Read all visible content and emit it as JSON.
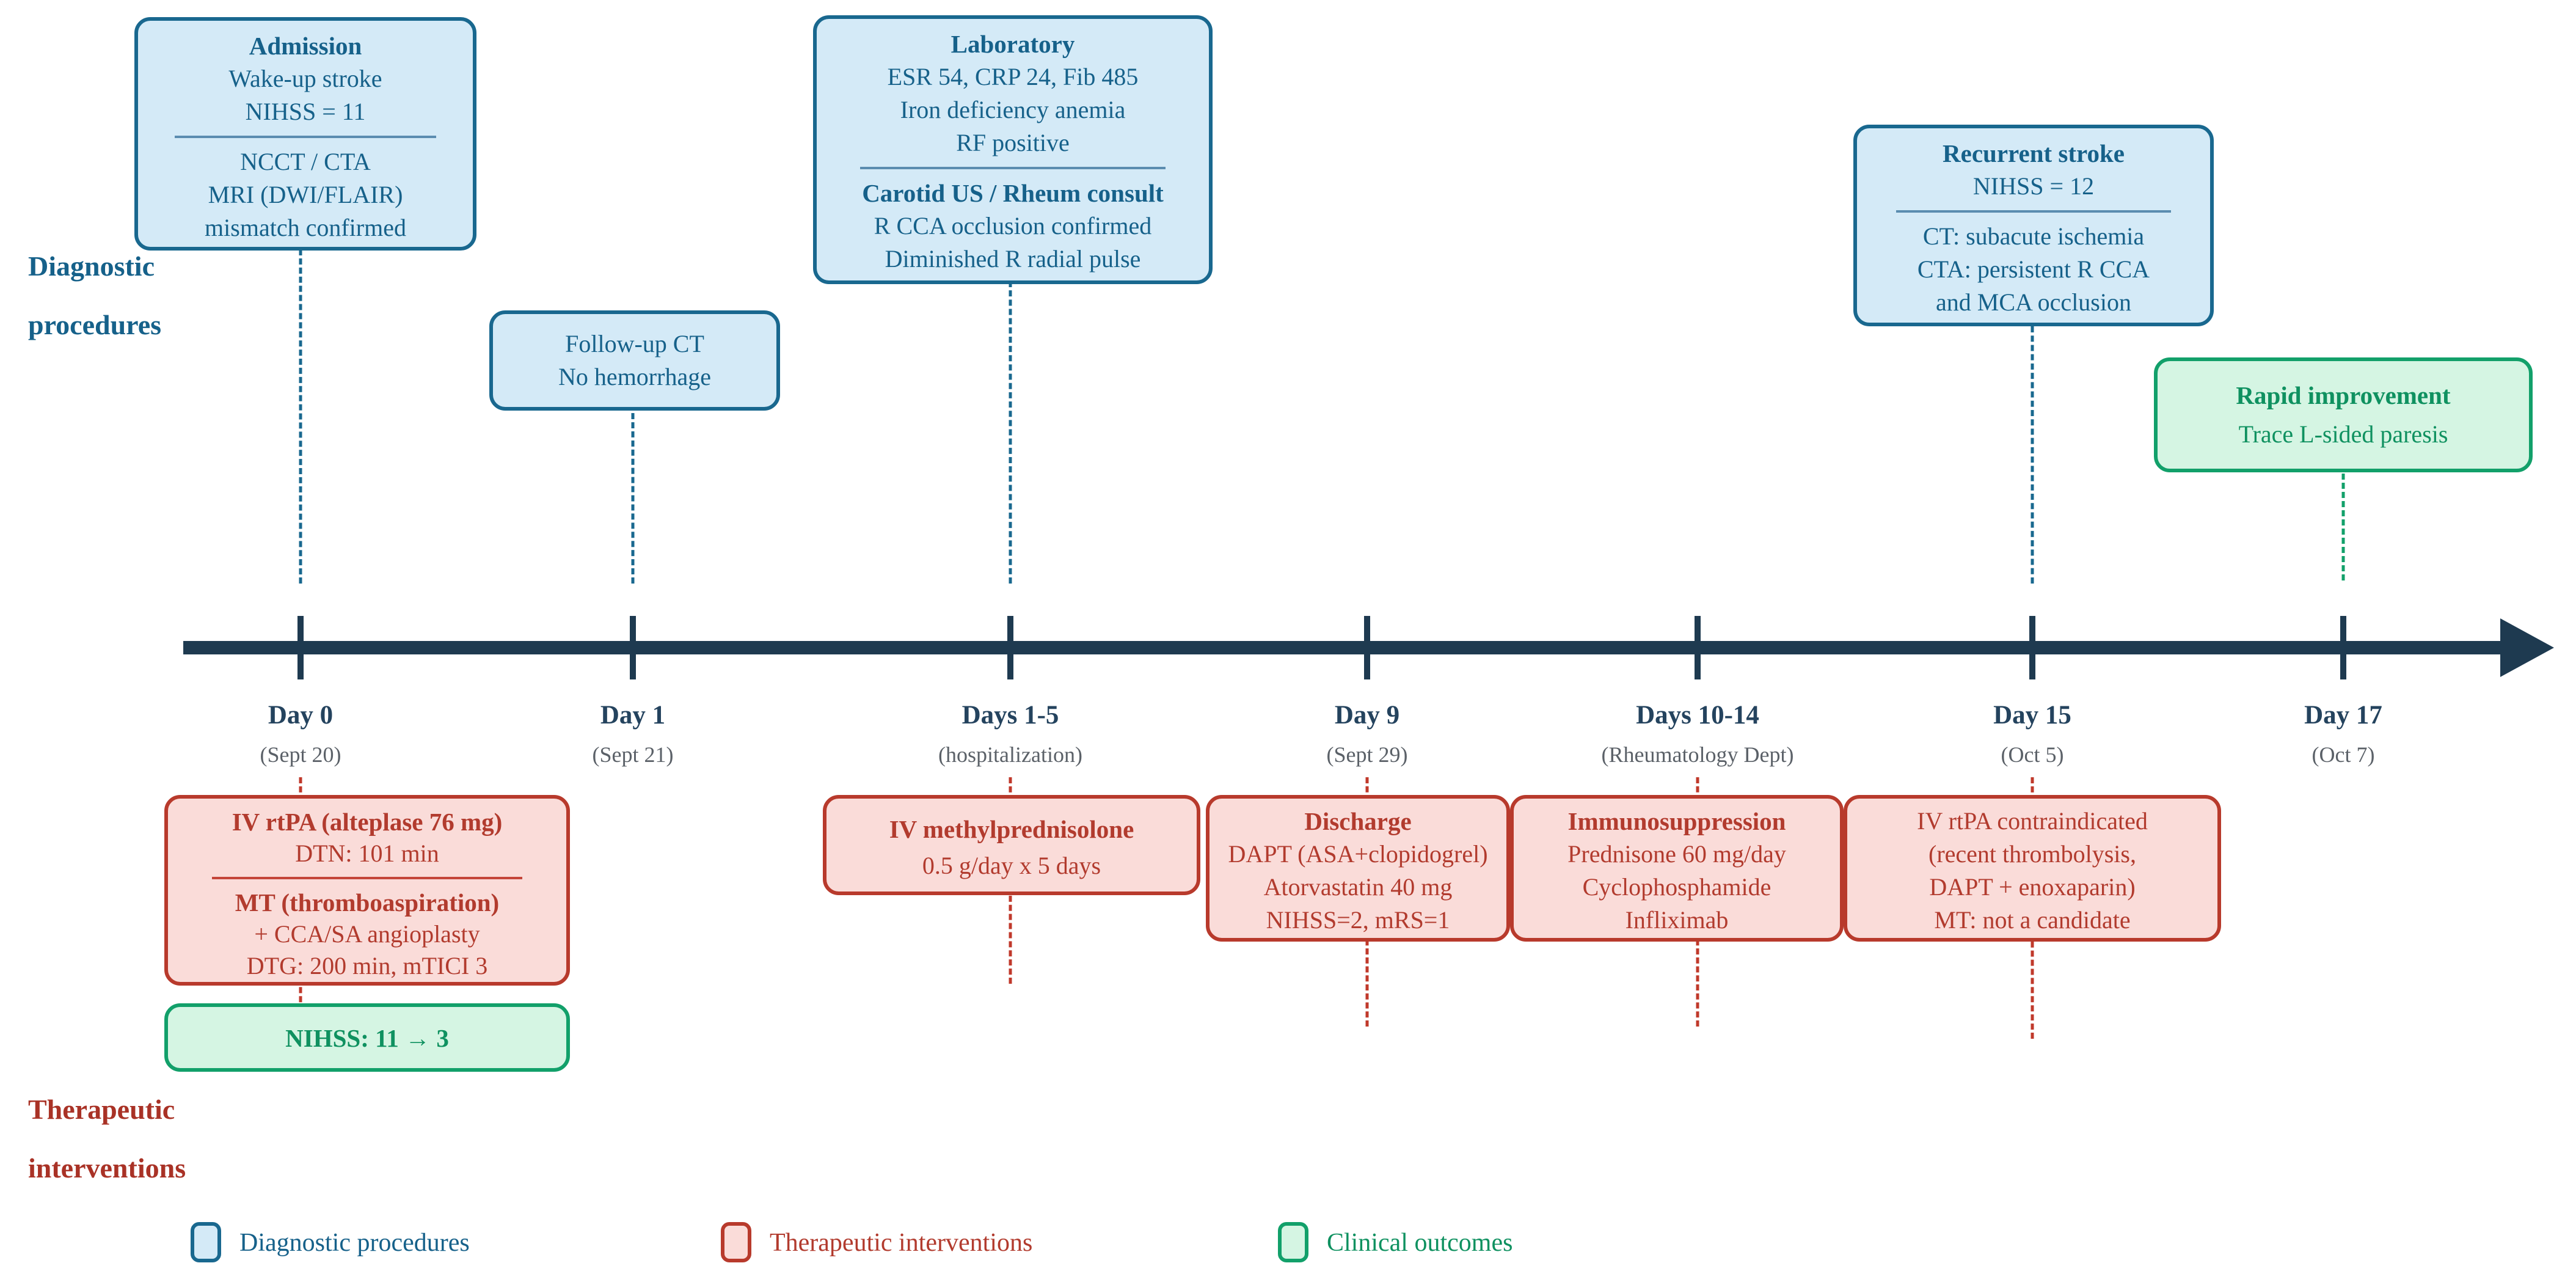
{
  "colors": {
    "axis": "#1e3a50",
    "blue_fill": "#d4eaf7",
    "blue_border": "#19688f",
    "blue_text": "#16618a",
    "red_fill": "#fadcd9",
    "red_border": "#b83a2c",
    "red_text": "#b23b2e",
    "green_fill": "#d5f5e3",
    "green_border": "#12a06a",
    "green_text": "#0f9160",
    "day_label": "#24435e",
    "date_label": "#5b6168"
  },
  "side_labels": {
    "diagnostic_line1": "Diagnostic",
    "diagnostic_line2": "procedures",
    "therapeutic_line1": "Therapeutic",
    "therapeutic_line2": "interventions"
  },
  "timeline": {
    "ticks": [
      {
        "day": "Day 0",
        "date": "(Sept 20)"
      },
      {
        "day": "Day 1",
        "date": "(Sept 21)"
      },
      {
        "day": "Days 1-5",
        "date": "(hospitalization)"
      },
      {
        "day": "Day 9",
        "date": "(Sept 29)"
      },
      {
        "day": "Days 10-14",
        "date": "(Rheumatology Dept)"
      },
      {
        "day": "Day 15",
        "date": "(Oct 5)"
      },
      {
        "day": "Day 17",
        "date": "(Oct 7)"
      }
    ]
  },
  "boxes": {
    "admission": {
      "title": "Admission",
      "line1": "Wake-up stroke",
      "line2": "NIHSS = 11",
      "line3": "NCCT / CTA",
      "line4": "MRI (DWI/FLAIR)",
      "line5": "mismatch confirmed"
    },
    "followup_ct": {
      "line1": "Follow-up CT",
      "line2": "No hemorrhage"
    },
    "laboratory": {
      "title": "Laboratory",
      "line1": "ESR 54, CRP 24, Fib 485",
      "line2": "Iron deficiency anemia",
      "line3": "RF positive",
      "subtitle": "Carotid US / Rheum consult",
      "line4": "R CCA occlusion confirmed",
      "line5": "Diminished R radial pulse"
    },
    "recurrent_stroke": {
      "title": "Recurrent stroke",
      "line1": "NIHSS = 12",
      "line2": "CT: subacute ischemia",
      "line3": "CTA: persistent R CCA",
      "line4": "and MCA occlusion"
    },
    "rapid_improvement": {
      "title": "Rapid improvement",
      "line1": "Trace L-sided paresis"
    },
    "iv_rtpa": {
      "title": "IV rtPA (alteplase 76 mg)",
      "line1": "DTN: 101 min",
      "subtitle": "MT (thromboaspiration)",
      "line2": "+ CCA/SA angioplasty",
      "line3": "DTG: 200 min, mTICI 3"
    },
    "nihss_outcome": {
      "title": "NIHSS: 11 → 3"
    },
    "methylprednisolone": {
      "title": "IV methylprednisolone",
      "line1": "0.5 g/day x 5 days"
    },
    "discharge": {
      "title": "Discharge",
      "line1": "DAPT (ASA+clopidogrel)",
      "line2": "Atorvastatin 40 mg",
      "line3": "NIHSS=2, mRS=1"
    },
    "immunosuppression": {
      "title": "Immunosuppression",
      "line1": "Prednisone 60 mg/day",
      "line2": "Cyclophosphamide",
      "line3": "Infliximab"
    },
    "rtpa_contraindicated": {
      "line1": "IV rtPA contraindicated",
      "line2": "(recent thrombolysis,",
      "line3": "DAPT + enoxaparin)",
      "line4": "MT: not a candidate"
    }
  },
  "legend": {
    "diagnostic": "Diagnostic procedures",
    "therapeutic": "Therapeutic interventions",
    "outcomes": "Clinical outcomes"
  }
}
